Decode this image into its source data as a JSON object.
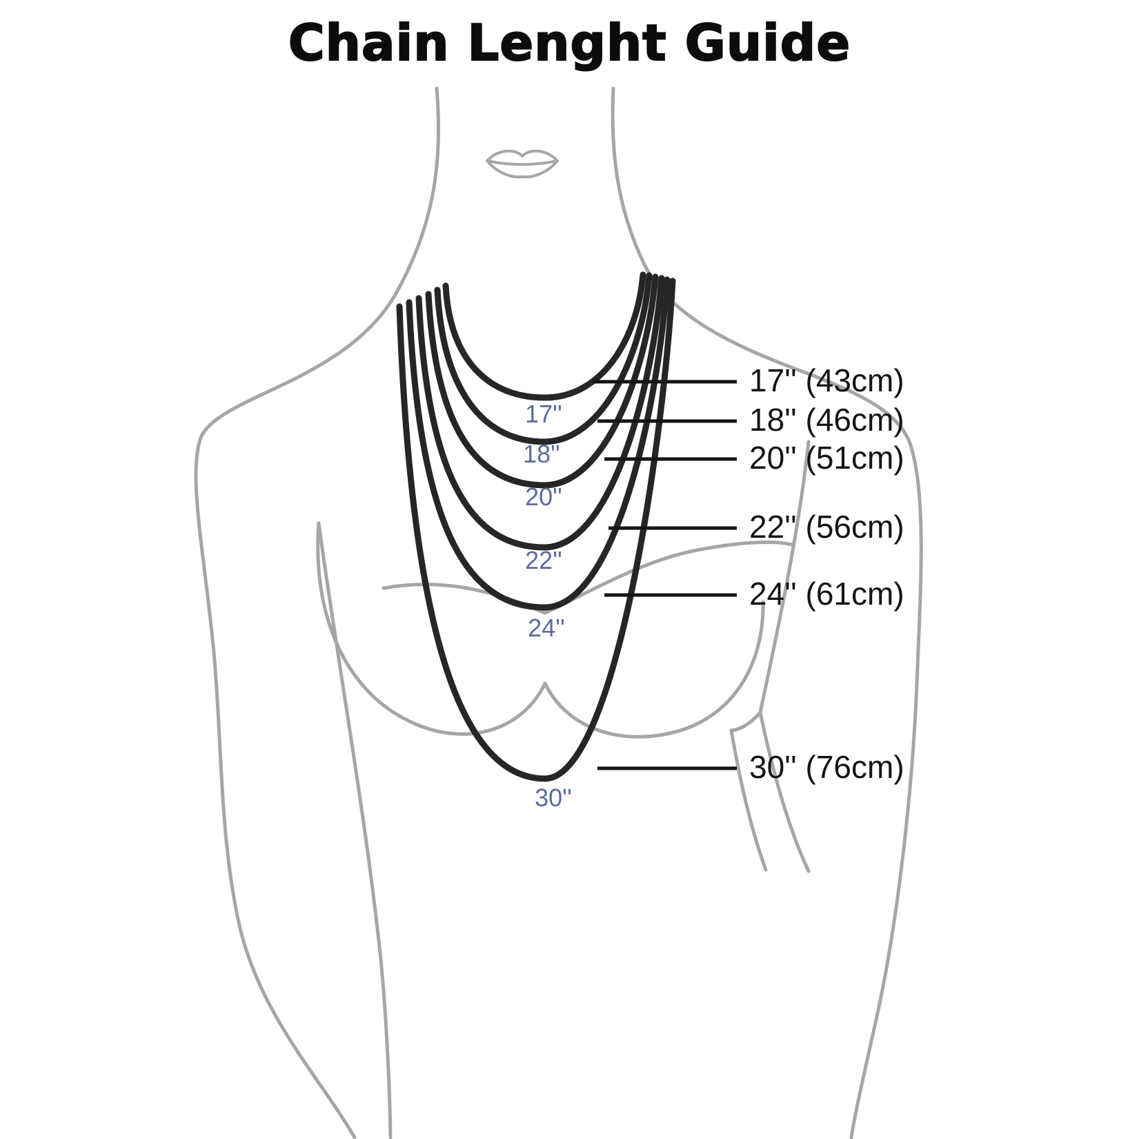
{
  "title": "Chain Lenght Guide",
  "colors": {
    "figure": "#a6a6a6",
    "chain": "#262626",
    "label_blue": "#5c6b9c",
    "label_black": "#141414",
    "background": "#ffffff"
  },
  "chains": [
    {
      "inches": 17,
      "cm": 43,
      "inner_label": "17''",
      "right_label": "17'' (43cm)"
    },
    {
      "inches": 18,
      "cm": 46,
      "inner_label": "18''",
      "right_label": "18'' (46cm)"
    },
    {
      "inches": 20,
      "cm": 51,
      "inner_label": "20''",
      "right_label": "20'' (51cm)"
    },
    {
      "inches": 22,
      "cm": 56,
      "inner_label": "22''",
      "right_label": "22'' (56cm)"
    },
    {
      "inches": 24,
      "cm": 61,
      "inner_label": "24''",
      "right_label": "24'' (61cm)"
    },
    {
      "inches": 30,
      "cm": 76,
      "inner_label": "30''",
      "right_label": "30'' (76cm)"
    }
  ]
}
